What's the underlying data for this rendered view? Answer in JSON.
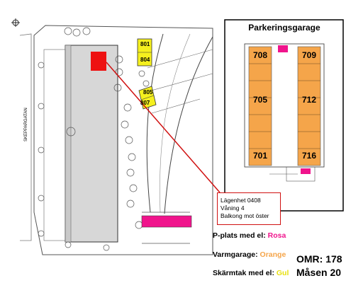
{
  "map": {
    "street_label": "SKEPPARGATAN",
    "apartment_label": {
      "line1": "Lägenhet 0408",
      "line2": "Våning 4",
      "line3": "Balkong mot öster"
    },
    "spots_outdoor": [
      "801",
      "804",
      "805",
      "807"
    ],
    "garage": {
      "title": "Parkeringsgarage",
      "spots": [
        "708",
        "709",
        "705",
        "712",
        "701",
        "716"
      ]
    }
  },
  "legend": {
    "el_label": "P-plats med el: ",
    "el_value": "Rosa",
    "warm_label": "Varmgarage: ",
    "warm_value": "Orange",
    "roof_label": "Skärmtak med el: ",
    "roof_value": "Gul"
  },
  "area": {
    "omr": "OMR: 178",
    "name": "Måsen 20"
  },
  "colors": {
    "pink": "#f0148c",
    "orange": "#f5a54a",
    "yellow": "#f5f01e",
    "red": "#ee1111",
    "building_gray": "#d7d7d7"
  }
}
